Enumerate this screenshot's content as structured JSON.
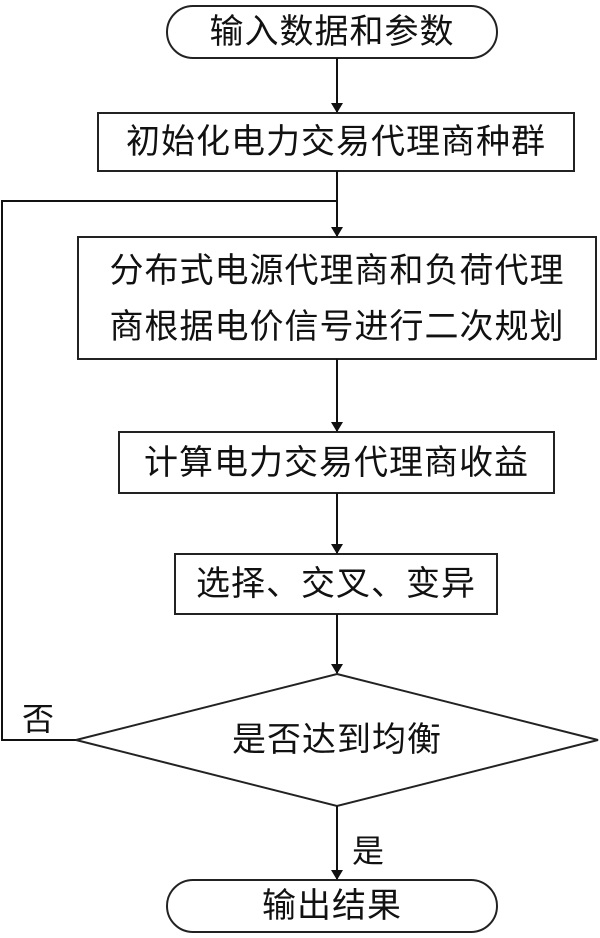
{
  "nodes": {
    "start": "输入数据和参数",
    "init": "初始化电力交易代理商种群",
    "plan_line1": "分布式电源代理商和负荷代理",
    "plan_line2": "商根据电价信号进行二次规划",
    "compute": "计算电力交易代理商收益",
    "genetic": "选择、交叉、变异",
    "decision": "是否达到均衡",
    "end": "输出结果"
  },
  "edge_labels": {
    "no": "否",
    "yes": "是"
  }
}
